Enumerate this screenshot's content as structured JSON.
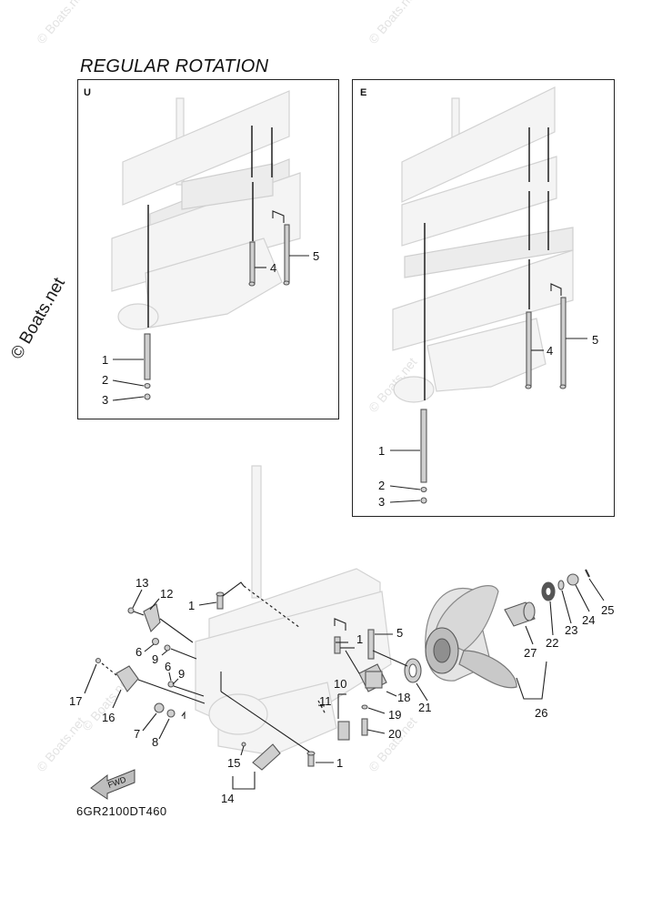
{
  "diagram": {
    "title": "REGULAR ROTATION",
    "diagram_code": "6GR2100DT460",
    "watermark": "© Boats.net",
    "fwd_label": "FWD",
    "inset_u": {
      "label": "U",
      "callouts": [
        "1",
        "2",
        "3",
        "4",
        "5"
      ]
    },
    "inset_e": {
      "label": "E",
      "callouts": [
        "1",
        "2",
        "3",
        "4",
        "5"
      ]
    },
    "main_callouts": [
      "1",
      "1",
      "1",
      "5",
      "6",
      "6",
      "7",
      "8",
      "9",
      "9",
      "10",
      "11",
      "12",
      "13",
      "14",
      "15",
      "16",
      "17",
      "18",
      "19",
      "20",
      "21",
      "22",
      "23",
      "24",
      "25",
      "26",
      "27"
    ]
  }
}
